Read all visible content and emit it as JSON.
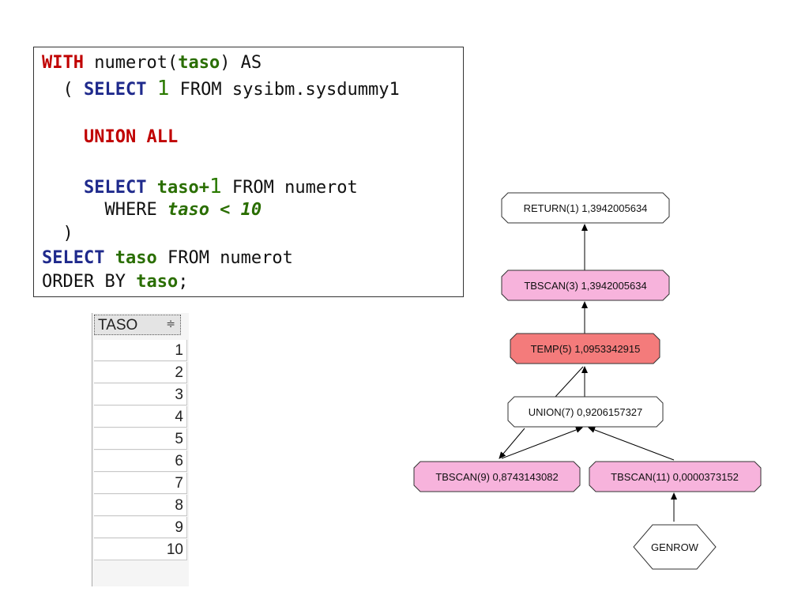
{
  "sql": {
    "l1": {
      "kw": "WITH",
      "a": " numerot(",
      "b": "taso",
      "c": ") AS"
    },
    "l2": {
      "a": "  ( ",
      "kw": "SELECT",
      "sp": " ",
      "num": "1",
      "c": " FROM sysibm.sysdummy1"
    },
    "l3": {
      "a": "    ",
      "kw": "UNION ALL"
    },
    "l4": {
      "a": "    ",
      "kw": "SELECT",
      "sp": " ",
      "g": "taso+",
      "num": "1",
      "c": " FROM numerot"
    },
    "l5": {
      "a": "      WHERE ",
      "cond": "taso < 10"
    },
    "l6": {
      "a": "  )"
    },
    "l7": {
      "kw": "SELECT",
      "sp": " ",
      "g": "taso",
      "c": " FROM numerot"
    },
    "l8": {
      "a": "ORDER BY ",
      "g": "taso",
      "c": ";"
    }
  },
  "grid": {
    "header": "TASO",
    "sort_icon": "sort-icon",
    "rows": [
      "1",
      "2",
      "3",
      "4",
      "5",
      "6",
      "7",
      "8",
      "9",
      "10"
    ]
  },
  "plan": {
    "nodes": [
      {
        "label": "RETURN(1) 1,3942005634",
        "fill": "#ffffff"
      },
      {
        "label": "TBSCAN(3) 1,3942005634",
        "fill": "#f7b3dc"
      },
      {
        "label": "TEMP(5) 1,0953342915",
        "fill": "#f47b7b"
      },
      {
        "label": "UNION(7) 0,9206157327",
        "fill": "#ffffff"
      },
      {
        "label": "TBSCAN(9) 0,8743143082",
        "fill": "#f7b3dc"
      },
      {
        "label": "TBSCAN(11) 0,0000373152",
        "fill": "#f7b3dc"
      },
      {
        "label": "GENROW",
        "fill": "#ffffff"
      }
    ]
  }
}
